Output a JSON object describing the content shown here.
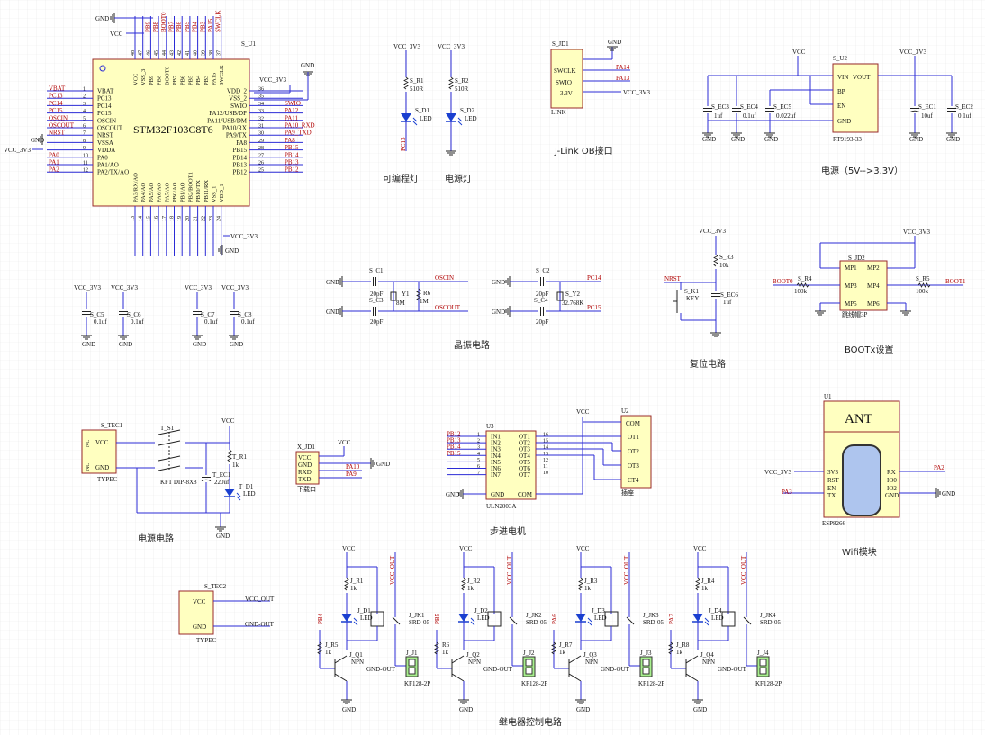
{
  "mcu": {
    "name": "STM32F103C8T6",
    "ref": "S_U1",
    "left_pins": [
      "VBAT",
      "PC13",
      "PC14",
      "PC15",
      "OSCIN",
      "OSCOUT",
      "NRST",
      "VSSA",
      "VDDA",
      "PA0",
      "PA1/AO",
      "PA2/TX/AO"
    ],
    "left_nums": [
      "1",
      "2",
      "3",
      "4",
      "5",
      "6",
      "7",
      "8",
      "9",
      "10",
      "11",
      "12"
    ],
    "left_nets": [
      "VBAT",
      "PC13",
      "PC14",
      "PC15",
      "OSCIN",
      "OSCOUT",
      "NRST",
      "",
      "",
      "PA0",
      "PA1",
      "PA2"
    ],
    "right_pins": [
      "VDD_2",
      "VSS_2",
      "SWIO",
      "PA12/USB/DP",
      "PA11/USB/DM",
      "PA10/RX",
      "PA9/TX",
      "PA8",
      "PB15",
      "PB14",
      "PB13",
      "PB12"
    ],
    "right_nums": [
      "36",
      "35",
      "34",
      "33",
      "32",
      "31",
      "30",
      "29",
      "28",
      "27",
      "26",
      "25"
    ],
    "right_nets": [
      "",
      "",
      "SWIO",
      "PA12",
      "PA11",
      "PA10_RXD",
      "PA9_TXD",
      "PA8",
      "PB15",
      "PB14",
      "PB13",
      "PB12"
    ],
    "bottom_pins": [
      "PA3/RX/AO",
      "PA4/AO",
      "PA5/AO",
      "PA6/AO",
      "PA7/AO",
      "PB0/AO",
      "PB1/AO",
      "PB2/BOOT1",
      "PB10/TX",
      "PB11/RX",
      "VSS_1",
      "VDD_1"
    ],
    "bottom_nums": [
      "13",
      "14",
      "15",
      "16",
      "17",
      "18",
      "19",
      "20",
      "21",
      "22",
      "23",
      "24"
    ],
    "top_pins": [
      "VCC",
      "VSS_3",
      "PB9",
      "PB8",
      "BOOT0",
      "PB7",
      "PB6",
      "PB5",
      "PB4",
      "PB3",
      "PA15",
      "SWCLK"
    ],
    "top_nums": [
      "48",
      "47",
      "46",
      "45",
      "44",
      "43",
      "42",
      "41",
      "40",
      "39",
      "38",
      "37"
    ],
    "top_nets": [
      "",
      "",
      "PB9",
      "PB8",
      "BOOT0",
      "PB7",
      "PB6",
      "PB5",
      "PB4",
      "PB3",
      "PA15",
      "SWCLK"
    ]
  },
  "nets": {
    "gnd": "GND",
    "vcc": "VCC",
    "vcc33": "VCC_3V3",
    "vccout": "VCC_OUT",
    "gndout": "GND-OUT"
  },
  "leds": {
    "prog": {
      "r": "S_R1",
      "rv": "510R",
      "d": "S_D1",
      "dv": "LED",
      "net": "PC13",
      "label": "可编程灯"
    },
    "pwr": {
      "r": "S_R2",
      "rv": "510R",
      "d": "S_D2",
      "dv": "LED",
      "label": "电源灯"
    }
  },
  "jlink": {
    "ref": "S_JD1",
    "pins": [
      "SWCLK",
      "SWIO",
      "3.3V"
    ],
    "nets": [
      "PA14",
      "PA13"
    ],
    "name": "LINK",
    "label": "J-Link OB接口"
  },
  "power": {
    "ref": "S_U2",
    "part": "RT9193-33",
    "pins_l": [
      "VIN",
      "BP",
      "EN",
      "GND"
    ],
    "pin_r": "VOUT",
    "caps": [
      {
        "ref": "S_EC3",
        "v": "1uf"
      },
      {
        "ref": "S_EC4",
        "v": "0.1uf"
      },
      {
        "ref": "S_EC5",
        "v": "0.022uf"
      },
      {
        "ref": "S_EC1",
        "v": "10uf"
      },
      {
        "ref": "S_EC2",
        "v": "0.1uf"
      }
    ],
    "label": "电源（5V-->3.3V）"
  },
  "decaps": [
    {
      "ref": "S_C5",
      "v": "0.1uf"
    },
    {
      "ref": "S_C6",
      "v": "0.1uf"
    },
    {
      "ref": "S_C7",
      "v": "0.1uf"
    },
    {
      "ref": "S_C8",
      "v": "0.1uf"
    }
  ],
  "crystal": {
    "c1": "S_C1",
    "c3": "S_C3",
    "y1": "Y1",
    "y1v": "8M",
    "r6": "R6",
    "r6v": "1M",
    "osc1": "OSCIN",
    "osc2": "OSCOUT",
    "c2": "S_C2",
    "c4": "S_C4",
    "y2": "S_Y2",
    "y2v": "32.768K",
    "pc14": "PC14",
    "pc15": "PC15",
    "cap": "20pF",
    "label": "晶振电路"
  },
  "reset": {
    "r": "S_R3",
    "rv": "10k",
    "k": "S_K1",
    "kv": "KEY",
    "c": "S_EC6",
    "cv": "1uf",
    "nrst": "NRST",
    "label": "复位电路"
  },
  "boot": {
    "ref": "S_JD2",
    "pins": [
      "MP1",
      "MP2",
      "MP3",
      "MP4",
      "MP5",
      "MP6"
    ],
    "part": "跳线帽3P",
    "r4": "S_R4",
    "r5": "S_R5",
    "rv": "100k",
    "b0": "BOOT0",
    "b1": "BOOT1",
    "label": "BOOTx设置"
  },
  "typec": {
    "ref": "S_TEC1",
    "pins": [
      "VCC",
      "GND",
      "NC",
      "NC"
    ],
    "part": "TYPEC",
    "sw": "T_S1",
    "swp": "KFT DIP-8X8",
    "r": "T_R1",
    "rv": "1k",
    "ec": "T_EC1",
    "ecv": "220uf",
    "d": "T_D1",
    "dv": "LED",
    "label": "电源电路"
  },
  "download": {
    "ref": "X_JD1",
    "pins": [
      "VCC",
      "GND",
      "RXD",
      "TXD"
    ],
    "name": "下载口",
    "nets": [
      "PA10",
      "PA9"
    ]
  },
  "stepper": {
    "ref": "U3",
    "part": "ULN2003A",
    "ins": [
      "IN1",
      "IN2",
      "IN3",
      "IN4",
      "IN5",
      "IN6",
      "IN7"
    ],
    "outs": [
      "OT1",
      "OT2",
      "OT3",
      "OT4",
      "OT5",
      "OT6",
      "OT7"
    ],
    "gnd": "GND",
    "com": "COM",
    "nets": [
      "PB12",
      "PB13",
      "PB14",
      "PB15"
    ],
    "u2": "U2",
    "u2pins": [
      "COM",
      "OT1",
      "OT2",
      "OT3",
      "CT4"
    ],
    "u2name": "插座",
    "label": "步进电机"
  },
  "wifi": {
    "ref": "U1",
    "ant": "ANT",
    "part": "ESP8266",
    "lp": [
      "3V3",
      "RST",
      "EN",
      "TX"
    ],
    "rp": [
      "RX",
      "IO0",
      "IO2",
      "GND"
    ],
    "nets": [
      "PA3",
      "PA2"
    ],
    "label": "Wifi模块"
  },
  "typec2": {
    "ref": "S_TEC2",
    "part": "TYPEC"
  },
  "relays": [
    {
      "r": "J_R1",
      "rv": "1k",
      "d": "J_D1",
      "dv": "LED",
      "k": "J_JK1",
      "kv": "SRD-05",
      "rb": "J_R5",
      "q": "J_Q1",
      "qv": "NPN",
      "j": "J_J1",
      "jv": "KF128-2P",
      "ctl": "PB4"
    },
    {
      "r": "J_R2",
      "rv": "1k",
      "d": "J_D2",
      "dv": "LED",
      "k": "J_JK2",
      "kv": "SRD-05",
      "rb": "R6",
      "q": "J_Q2",
      "qv": "NPN",
      "j": "J_J2",
      "jv": "KF128-2P",
      "ctl": "PB5"
    },
    {
      "r": "J_R3",
      "rv": "1k",
      "d": "J_D3",
      "dv": "LED",
      "k": "J_JK3",
      "kv": "SRD-05",
      "rb": "J_R7",
      "q": "J_Q3",
      "qv": "NPN",
      "j": "J_J3",
      "jv": "KF128-2P",
      "ctl": "PA6"
    },
    {
      "r": "J_R4",
      "rv": "1k",
      "d": "J_D4",
      "dv": "LED",
      "k": "J_JK4",
      "kv": "SRD-05",
      "rb": "J_R8",
      "q": "J_Q4",
      "qv": "NPN",
      "j": "J_J4",
      "jv": "KF128-2P",
      "ctl": "PA7"
    }
  ],
  "relay_label": "继电器控制电路"
}
